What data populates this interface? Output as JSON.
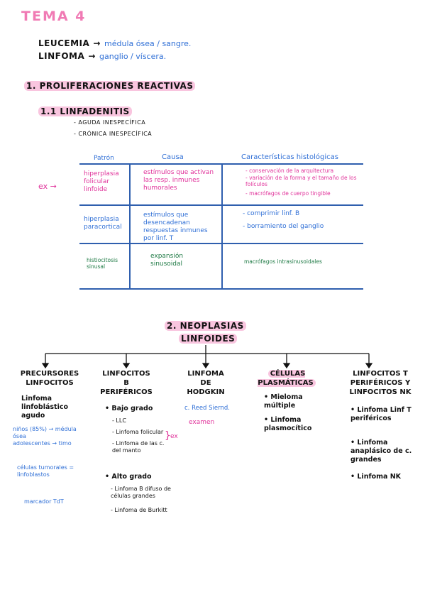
{
  "title": "TEMA 4",
  "intro": [
    {
      "term": "LEUCEMIA",
      "arrow": "→",
      "desc": "médula ósea / sangre."
    },
    {
      "term": "LINFOMA",
      "arrow": "→",
      "desc": "ganglio / víscera."
    }
  ],
  "section1": {
    "heading": "1. PROLIFERACIONES REACTIVAS",
    "sub": "1.1 LINFADENITIS",
    "types": [
      "- AGUDA INESPECÍFICA",
      "- CRÓNICA INESPECÍFICA"
    ],
    "ex_label": "ex →",
    "table": {
      "headers": [
        "Patrón",
        "Causa",
        "Características histológicas"
      ],
      "rows": [
        {
          "patron": "hiperplasia folicular linfoide",
          "causa": "estímulos que activan las resp. inmunes humorales",
          "caract": [
            "- conservación de la arquitectura",
            "- variación de la forma y el tamaño de los folículos",
            "- macrófagos de cuerpo tingible"
          ]
        },
        {
          "patron": "hiperplasia paracortical",
          "causa": "estímulos que desencadenan respuestas inmunes por linf. T",
          "caract": [
            "- comprimir linf. B",
            "- borramiento del ganglio"
          ]
        },
        {
          "patron": "histiocitosis sinusal",
          "causa": "expansión sinusoidal",
          "caract": [
            "macrófagos intrasinusoidales"
          ]
        }
      ]
    }
  },
  "section2": {
    "heading_line1": "2. NEOPLASIAS",
    "heading_line2": "LINFOIDES",
    "columns": [
      {
        "title": "PRECURSORES LINFOCITOS",
        "items": [
          "Linfoma linfoblástico agudo"
        ],
        "extra": [
          {
            "text": "niños (85%) → médula ósea",
            "color": "blue"
          },
          {
            "text": "adolescentes → timo",
            "color": "blue"
          },
          {
            "text": "células tumorales = linfoblastos",
            "color": "blue"
          },
          {
            "text": "marcador TdT",
            "color": "blue"
          }
        ]
      },
      {
        "title": "LINFOCITOS B PERIFÉRICOS",
        "items": [
          "• Bajo grado"
        ],
        "low": [
          "- LLC",
          "- Linfoma folicular",
          "- Linfoma de las c. del manto"
        ],
        "ex": "ex",
        "items2": [
          "• Alto grado"
        ],
        "high": [
          "- Linfoma B difuso de células grandes",
          "- Linfoma de Burkitt"
        ]
      },
      {
        "title": "LINFOMA DE HODGKIN",
        "items": [
          "c. Reed Siernd."
        ],
        "note": "examen"
      },
      {
        "title": "CÉLULAS PLASMÁTICAS",
        "items": [
          "• Mieloma múltiple",
          "• Linfoma plasmocítico"
        ]
      },
      {
        "title": "LINFOCITOS T PERIFÉRICOS Y LINFOCITOS NK",
        "items": [
          "• Linfoma Linf T periféricos",
          "• Linfoma anaplásico de c. grandes",
          "• Linfoma NK"
        ]
      }
    ]
  },
  "colors": {
    "pink": "#e0329a",
    "highlight": "#f9c5df",
    "blue": "#2f6fd6",
    "green": "#1f7a45",
    "table_line": "#2f5fae"
  }
}
